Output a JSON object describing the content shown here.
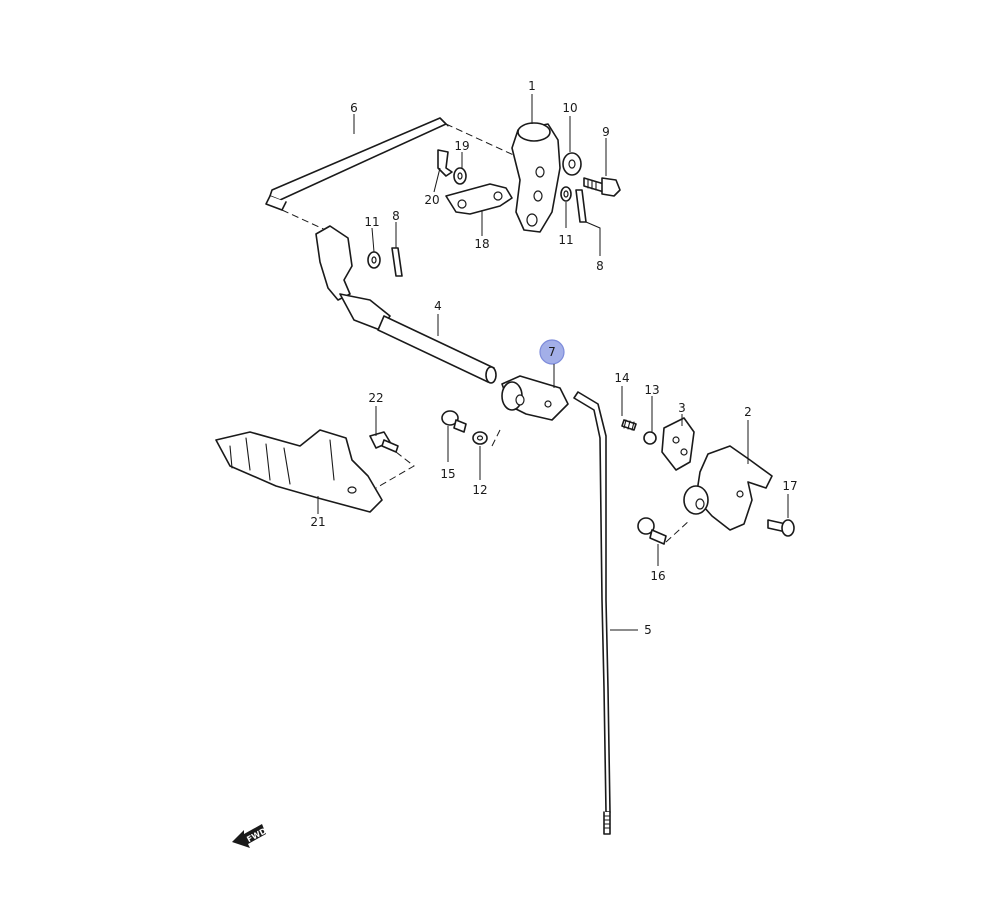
{
  "callouts": {
    "c1": "1",
    "c2": "2",
    "c3": "3",
    "c4": "4",
    "c5": "5",
    "c6": "6",
    "c7": "7",
    "c8a": "8",
    "c8b": "8",
    "c9": "9",
    "c10": "10",
    "c11a": "11",
    "c11b": "11",
    "c12": "12",
    "c13": "13",
    "c14": "14",
    "c15": "15",
    "c16": "16",
    "c17": "17",
    "c18": "18",
    "c19": "19",
    "c20": "20",
    "c21": "21",
    "c22": "22"
  },
  "fwd_label": "FWD",
  "colors": {
    "highlight": "#9aa7e6",
    "line": "#1a1a1a",
    "background": "#ffffff"
  },
  "highlighted_part": "7"
}
